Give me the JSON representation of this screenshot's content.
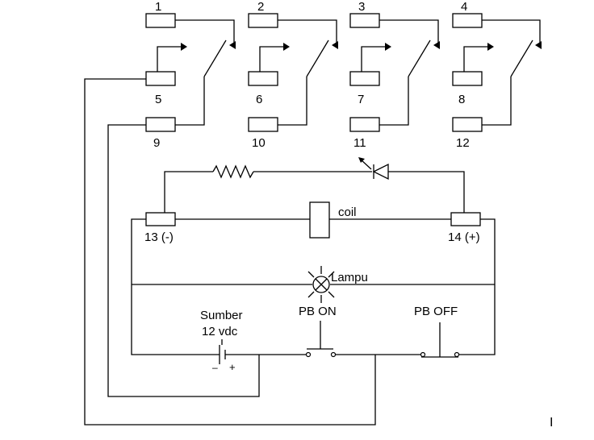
{
  "diagram": {
    "terminals": {
      "t1": "1",
      "t2": "2",
      "t3": "3",
      "t4": "4",
      "t5": "5",
      "t6": "6",
      "t7": "7",
      "t8": "8",
      "t9": "9",
      "t10": "10",
      "t11": "11",
      "t12": "12",
      "t13": "13 (-)",
      "t14": "14 (+)"
    },
    "coil_label": "coil",
    "lamp_label": "Lampu",
    "source_label_1": "Sumber",
    "source_label_2": "12 vdc",
    "battery_minus": "–",
    "battery_plus": "+",
    "pb_on_label": "PB ON",
    "pb_off_label": "PB OFF",
    "cursor_mark": "I"
  }
}
